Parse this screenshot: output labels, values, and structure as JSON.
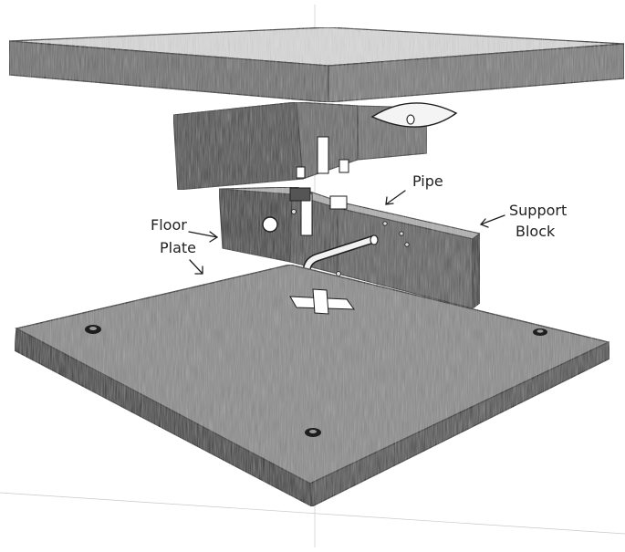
{
  "labels": {
    "floor": "Floor",
    "plate": "Plate",
    "pipe": "Pipe",
    "support": "Support",
    "block": "Block"
  },
  "colors": {
    "paper": "#ffffff",
    "line": "#1e1e1e",
    "shade_light": "#8a8a8a",
    "shade_mid": "#6a6a6a",
    "shade_dark": "#4a4a4a",
    "shade_darkest": "#2e2e2e",
    "pipe": "#f2f2f2"
  }
}
